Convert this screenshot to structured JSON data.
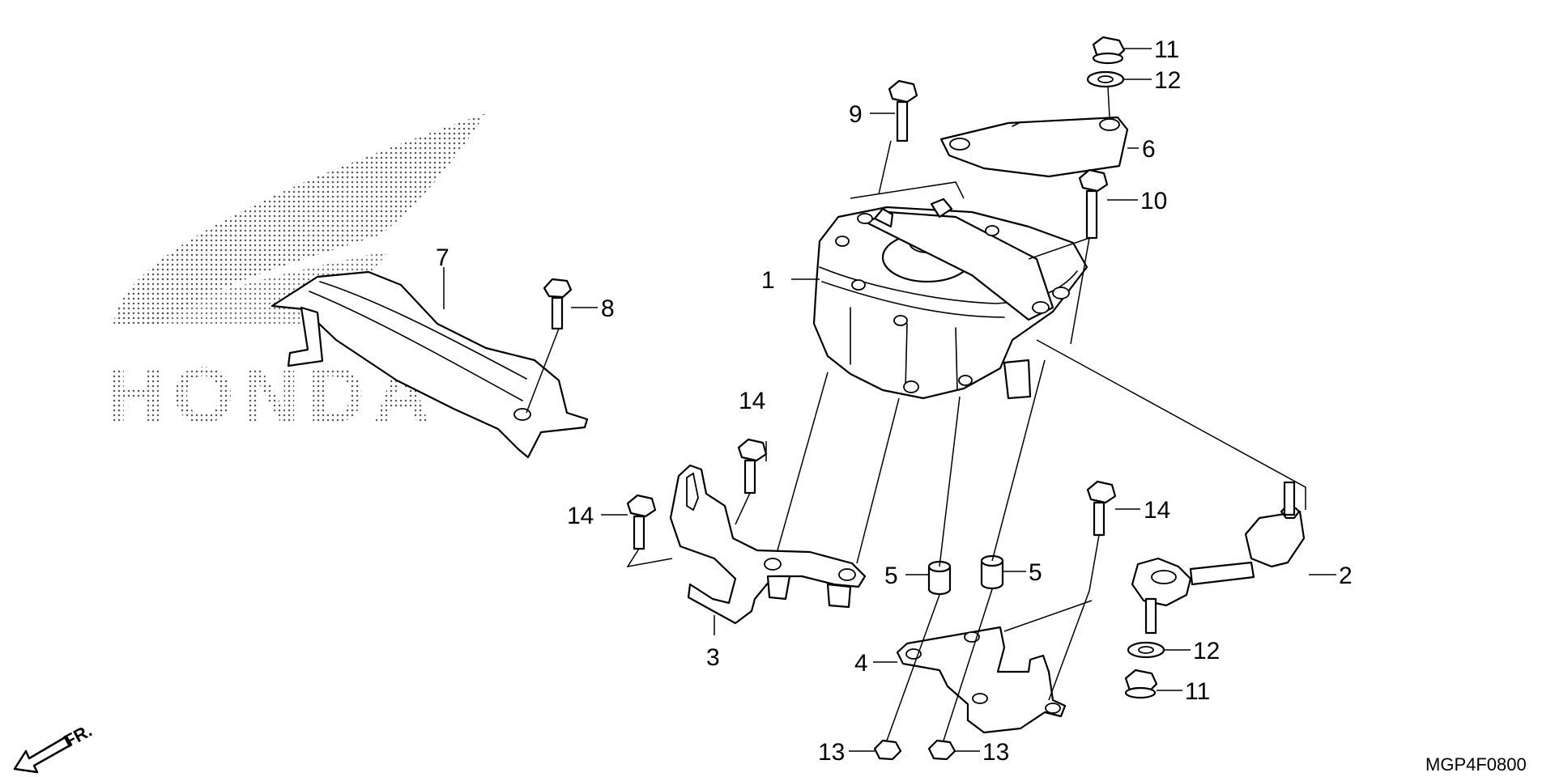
{
  "callouts": {
    "c1": "1",
    "c2": "2",
    "c3": "3",
    "c4": "4",
    "c5a": "5",
    "c5b": "5",
    "c6": "6",
    "c7": "7",
    "c8": "8",
    "c9": "9",
    "c10": "10",
    "c11a": "11",
    "c11b": "11",
    "c12a": "12",
    "c12b": "12",
    "c13a": "13",
    "c13b": "13",
    "c14a": "14",
    "c14b": "14",
    "c14c": "14"
  },
  "watermark": "HONDA",
  "direction_label": "FR.",
  "diagram_code": "MGP4F0800"
}
